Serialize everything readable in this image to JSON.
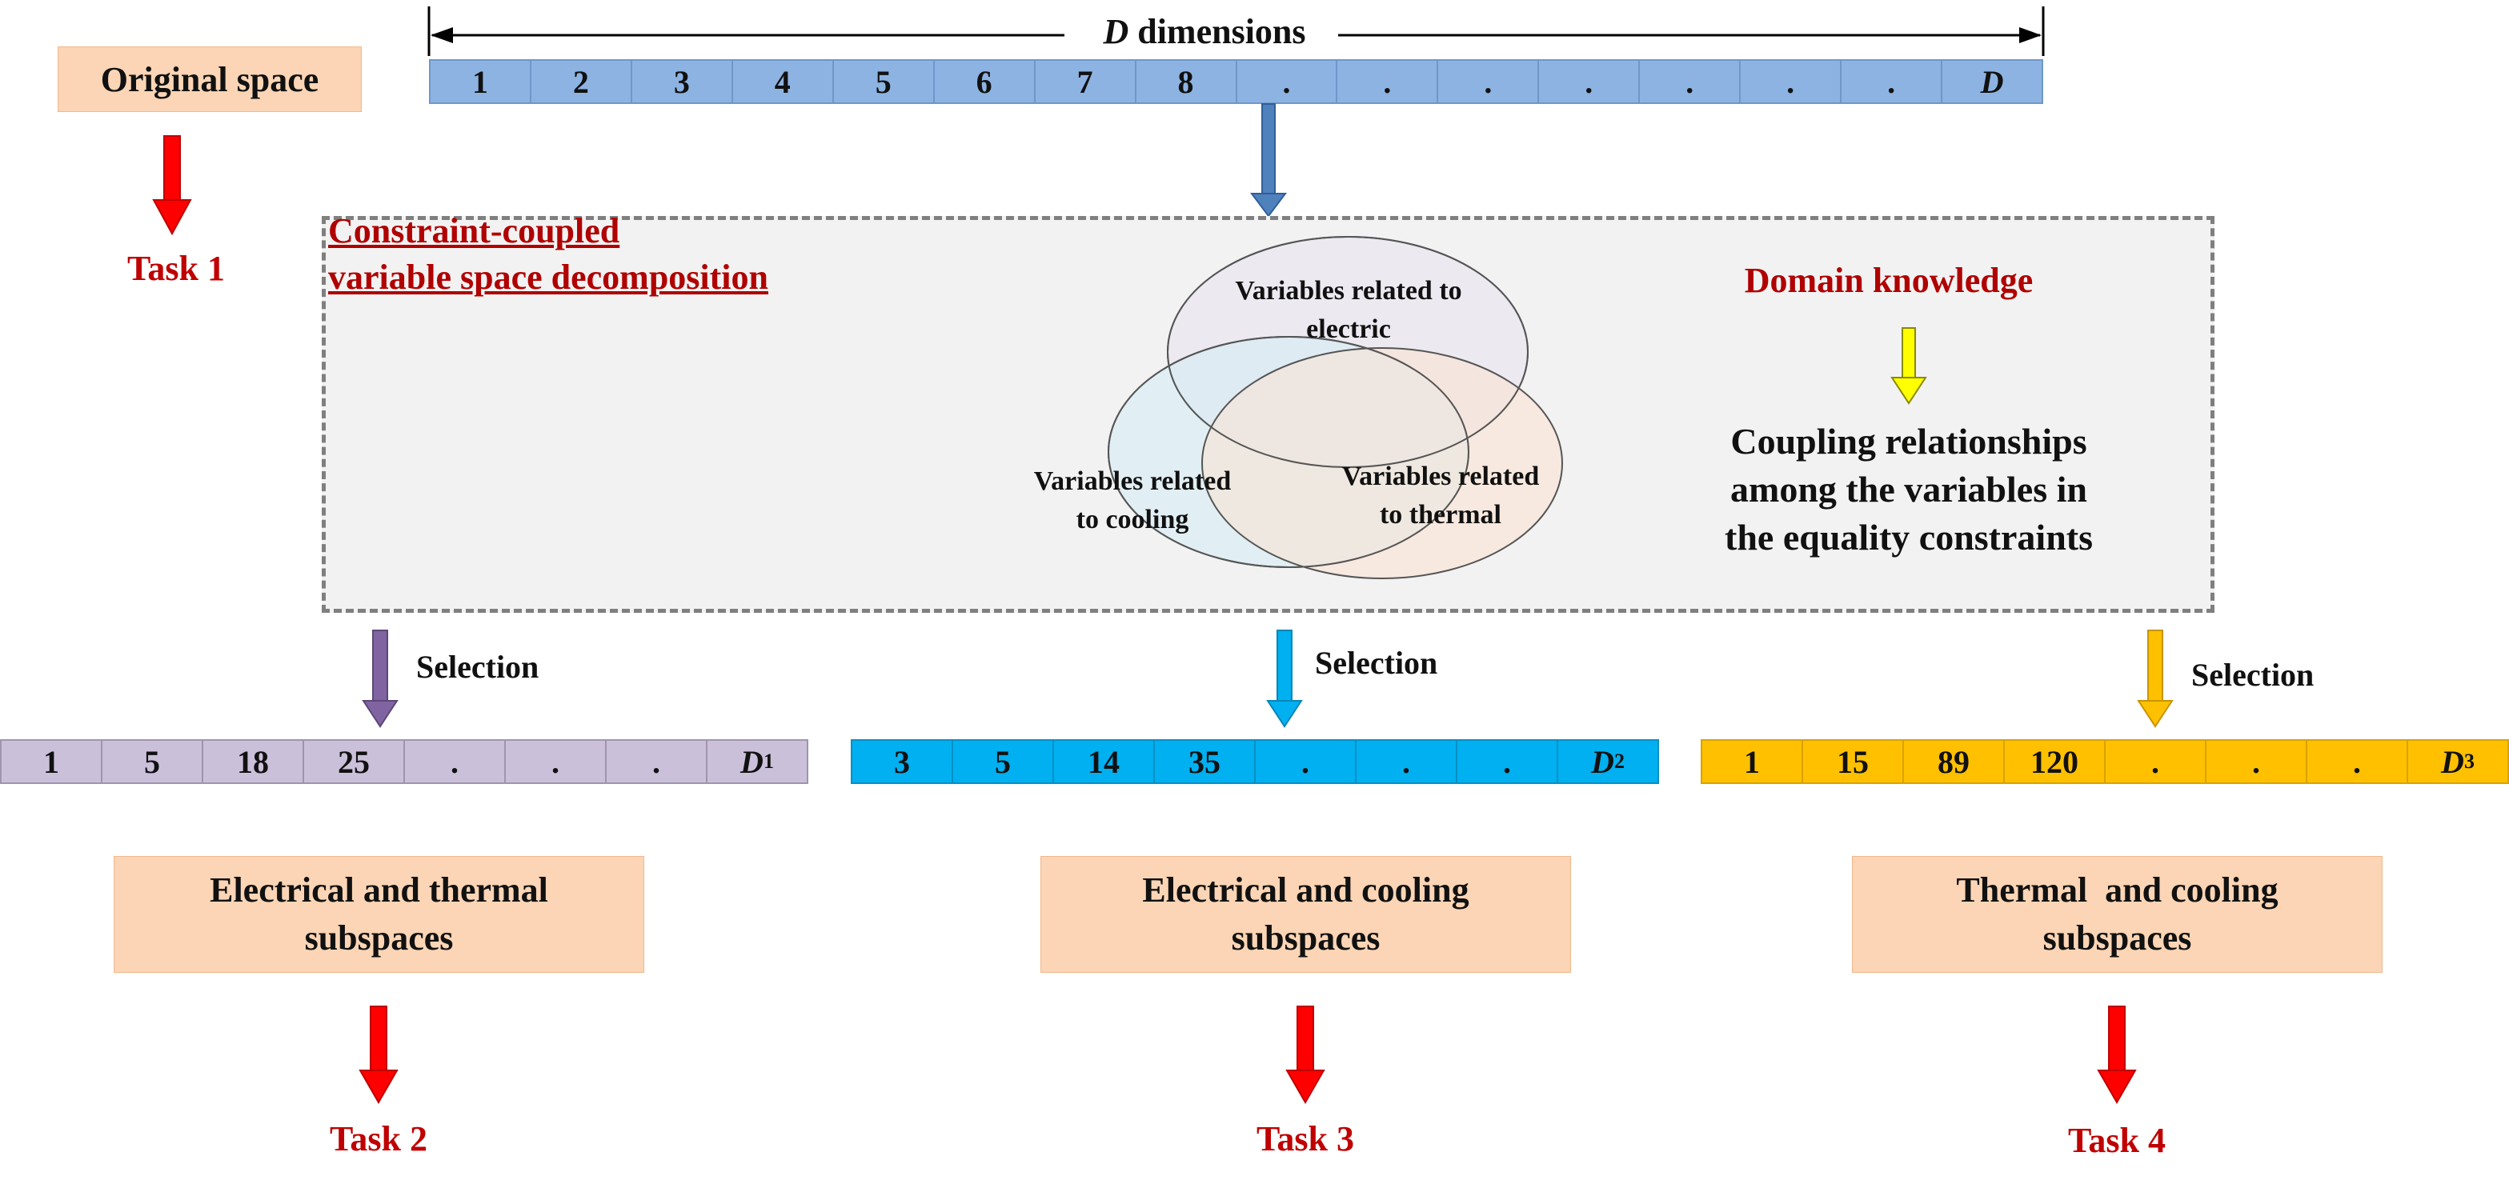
{
  "original_space": "Original space",
  "dimensions_label": "D dimensions",
  "dimensions_prefix": "D",
  "dimensions_suffix": " dimensions",
  "task1": "Task 1",
  "original_bar": [
    "1",
    "2",
    "3",
    "4",
    "5",
    "6",
    "7",
    "8",
    ".",
    ".",
    ".",
    ".",
    ".",
    ".",
    ".",
    "D"
  ],
  "decomposition_title_line1": "Constraint-coupled",
  "decomposition_title_line2": "variable space decomposition",
  "venn": {
    "electric": "Variables related to electric",
    "electric_line1": "Variables related to",
    "electric_line2": "electric",
    "cooling_line1": "Variables related",
    "cooling_line2": "to cooling",
    "thermal_line1": "Variables related",
    "thermal_line2": "to thermal"
  },
  "domain_knowledge": "Domain knowledge",
  "coupling_line1": "Coupling relationships",
  "coupling_line2": "among the variables in",
  "coupling_line3": "the equality constraints",
  "selection": "Selection",
  "bar1": {
    "cells": [
      "1",
      "5",
      "18",
      "25",
      ".",
      ".",
      "."
    ],
    "last": "D",
    "sub": "1",
    "color": "#cbc0da"
  },
  "bar2": {
    "cells": [
      "3",
      "5",
      "14",
      "35",
      ".",
      ".",
      "."
    ],
    "last": "D",
    "sub": "2",
    "color": "#00b0f0"
  },
  "bar3": {
    "cells": [
      "1",
      "15",
      "89",
      "120",
      ".",
      ".",
      "."
    ],
    "last": "D",
    "sub": "3",
    "color": "#ffc000"
  },
  "sub1_line1": "Electrical and thermal",
  "sub1_line2": "subspaces",
  "sub2_line1": "Electrical and cooling",
  "sub2_line2": "subspaces",
  "sub3_line1": "Thermal  and cooling",
  "sub3_line2": "subspaces",
  "task2": "Task 2",
  "task3": "Task 3",
  "task4": "Task 4",
  "colors": {
    "original_bar": "#8db3e2",
    "task_arrow": "#ff0000",
    "task_text": "#c00000",
    "peach": "#fbd5b5",
    "selection1_arrow": "#8064a2",
    "selection2_arrow": "#00b0f0",
    "selection3_arrow": "#ffc000",
    "domain_arrow": "#ffff00",
    "down_arrow_top": "#4f81bd"
  }
}
